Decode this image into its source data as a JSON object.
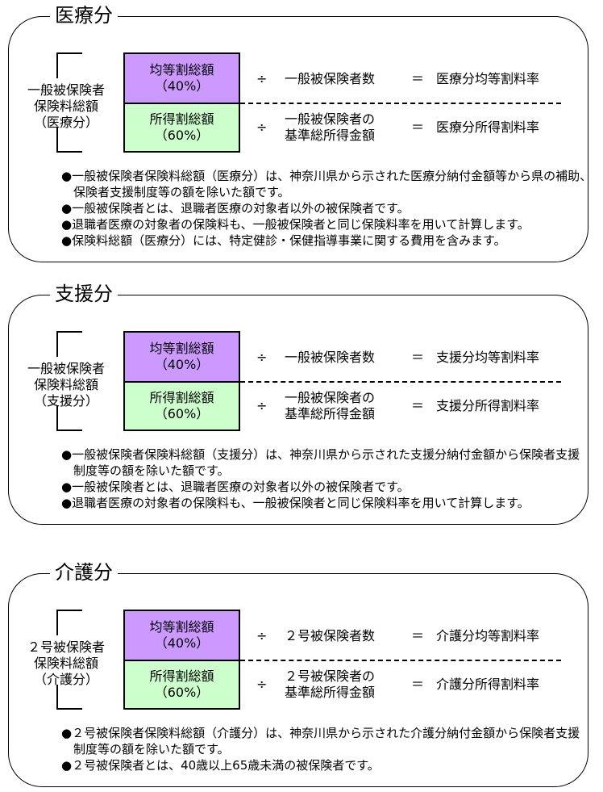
{
  "sections": [
    {
      "title": "医療分",
      "label": [
        "一般被保険者",
        "保険料総額",
        "（医療分）"
      ],
      "row1": {
        "box": [
          "均等割総額",
          "（40%）"
        ],
        "op": "÷",
        "divisor": [
          "一般被保険者数"
        ],
        "eq": "＝",
        "result": "医療分均等割料率"
      },
      "row2": {
        "box": [
          "所得割総額",
          "（60%）"
        ],
        "op": "÷",
        "divisor": [
          "一般被保険者の",
          "基準総所得金額"
        ],
        "eq": "＝",
        "result": "医療分所得割料率"
      },
      "notes": [
        "●一般被保険者保険料総額（医療分）は、神奈川県から示された医療分納付金額等から県の補助、保険者支援制度等の額を除いた額です。",
        "●一般被保険者とは、退職者医療の対象者以外の被保険者です。",
        "●退職者医療の対象者の保険料も、一般被保険者と同じ保険料率を用いて計算します。",
        "●保険料総額（医療分）には、特定健診・保健指導事業に関する費用を含みます。"
      ]
    },
    {
      "title": "支援分",
      "label": [
        "一般被保険者",
        "保険料総額",
        "（支援分）"
      ],
      "row1": {
        "box": [
          "均等割総額",
          "（40%）"
        ],
        "op": "÷",
        "divisor": [
          "一般被保険者数"
        ],
        "eq": "＝",
        "result": "支援分均等割料率"
      },
      "row2": {
        "box": [
          "所得割総額",
          "（60%）"
        ],
        "op": "÷",
        "divisor": [
          "一般被保険者の",
          "基準総所得金額"
        ],
        "eq": "＝",
        "result": "支援分所得割料率"
      },
      "notes": [
        "●一般被保険者保険料総額（支援分）は、神奈川県から示された支援分納付金額から保険者支援制度等の額を除いた額です。",
        "●一般被保険者とは、退職者医療の対象者以外の被保険者です。",
        "●退職者医療の対象者の保険料も、一般被保険者と同じ保険料率を用いて計算します。"
      ]
    },
    {
      "title": "介護分",
      "label": [
        "２号被保険者",
        "保険料総額",
        "（介護分）"
      ],
      "row1": {
        "box": [
          "均等割総額",
          "（40%）"
        ],
        "op": "÷",
        "divisor": [
          "２号被保険者数"
        ],
        "eq": "＝",
        "result": "介護分均等割料率"
      },
      "row2": {
        "box": [
          "所得割総額",
          "（60%）"
        ],
        "op": "÷",
        "divisor": [
          "２号被保険者の",
          "基準総所得金額"
        ],
        "eq": "＝",
        "result": "介護分所得割料率"
      },
      "notes": [
        "●２号被保険者保険料総額（介護分）は、神奈川県から示された介護分納付金額から保険者支援制度等の額を除いた額です。",
        "●２号被保険者とは、40歳以上65歳未満の被保険者です。"
      ]
    }
  ]
}
